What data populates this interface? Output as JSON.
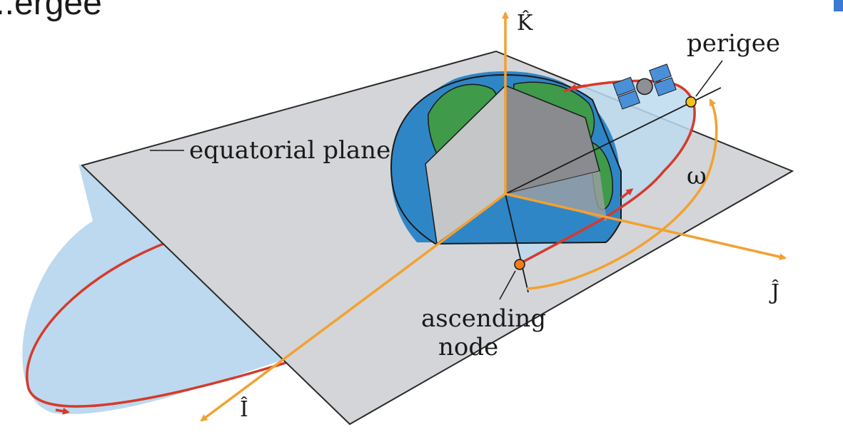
{
  "header": {
    "text": "...ergee"
  },
  "labels": {
    "perigee": "perigee",
    "equatorial_plane": "equatorial plane",
    "omega": "ω",
    "ascending_line1": "ascending",
    "ascending_line2": "node"
  },
  "axes": {
    "k": "K̂",
    "j": "Ĵ",
    "i": "Î"
  },
  "colors": {
    "plane": "#d4d5d8",
    "plane_edge": "#2a2a2a",
    "orbit": "#d63a2a",
    "orbit_fill": "#bcd9ef",
    "axis": "#f2a131",
    "ocean": "#2f86c6",
    "land": "#3f9a4a",
    "node_dot": "#f07d1c",
    "perigee_dot": "#f5c21a"
  },
  "icons": {
    "satellite": "satellite-icon"
  }
}
